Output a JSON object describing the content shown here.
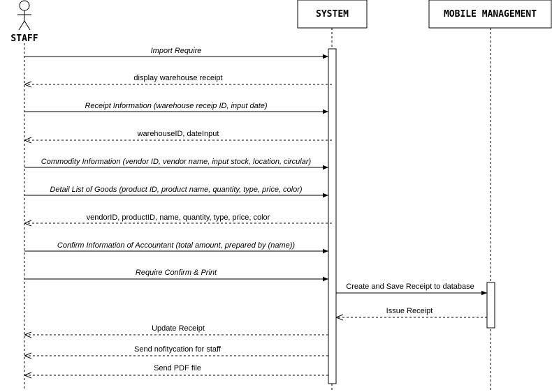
{
  "participants": {
    "staff": "STAFF",
    "system": "SYSTEM",
    "mobile": "MOBILE MANAGEMENT"
  },
  "messages": [
    {
      "text": "Import Require",
      "kind": "call",
      "italic": true
    },
    {
      "text": "display warehouse receipt",
      "kind": "return-open",
      "italic": false
    },
    {
      "text": "Receipt Information (warehouse receip ID, input date)",
      "kind": "call",
      "italic": true
    },
    {
      "text": "warehouseID, dateInput",
      "kind": "return",
      "italic": false
    },
    {
      "text": "Commodity Information (vendor ID, vendor name, input stock, location, circular)",
      "kind": "call",
      "italic": true
    },
    {
      "text": "Detail List of Goods (product ID, product name, quantity, type, price, color)",
      "kind": "call",
      "italic": true
    },
    {
      "text": "vendorID, productID, name, quantity, type, price, color",
      "kind": "return",
      "italic": false
    },
    {
      "text": "Confirm Information of Accountant (total amount, prepared by (name))",
      "kind": "call",
      "italic": true
    },
    {
      "text": "Require Confirm & Print",
      "kind": "call",
      "italic": true
    },
    {
      "text": "Create and Save Receipt to database",
      "kind": "call",
      "italic": false
    },
    {
      "text": "Issue Receipt",
      "kind": "return",
      "italic": false
    },
    {
      "text": "Update Receipt",
      "kind": "return",
      "italic": false
    },
    {
      "text": "Send nofitycation for staff",
      "kind": "return",
      "italic": false
    },
    {
      "text": "Send PDF file",
      "kind": "return",
      "italic": false
    }
  ]
}
